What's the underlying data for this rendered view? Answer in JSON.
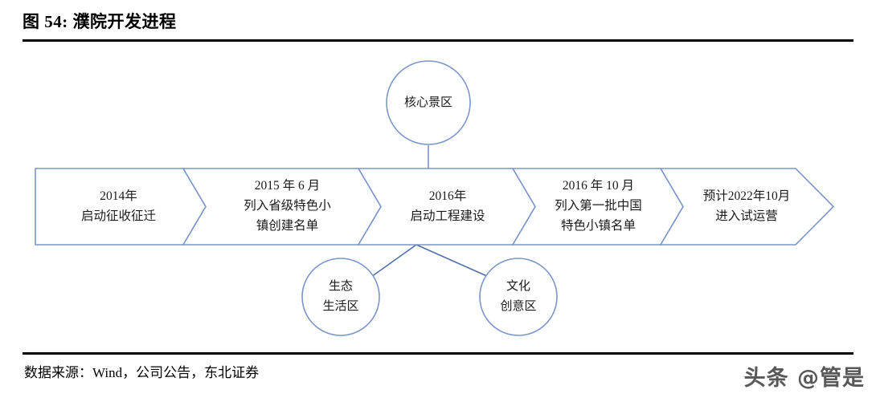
{
  "header": {
    "figure_label": "图 54:",
    "title": "图  54:  濮院开发进程",
    "rule_color": "#000000"
  },
  "diagram": {
    "type": "chevron-timeline",
    "accent_color": "#7B96C8",
    "fill_color": "#FFFFFF",
    "stages": [
      {
        "id": "stage-1",
        "date": "2014年",
        "text": "启动征收征迁",
        "label": "2014年\n启动征收征迁"
      },
      {
        "id": "stage-2",
        "date": "2015年6月",
        "text": "列入省级特色小镇创建名单",
        "label": "2015 年 6 月\n列入省级特色小\n镇创建名单"
      },
      {
        "id": "stage-3",
        "date": "2016年",
        "text": "启动工程建设",
        "label": "2016年\n启动工程建设"
      },
      {
        "id": "stage-4",
        "date": "2016年10月",
        "text": "列入第一批中国特色小镇名单",
        "label": "2016 年 10 月\n列入第一批中国\n特色小镇名单"
      },
      {
        "id": "stage-5",
        "date": "预计2022年10月",
        "text": "进入试运营",
        "label": "预计2022年10月\n进入试运营"
      }
    ],
    "nodes": [
      {
        "id": "node-core",
        "label": "核心景区",
        "position": "top"
      },
      {
        "id": "node-eco",
        "label": "生态\n生活区",
        "position": "bottom-left"
      },
      {
        "id": "node-culture",
        "label": "文化\n创意区",
        "position": "bottom-right"
      }
    ]
  },
  "footer": {
    "source": "数据来源：Wind，公司公告，东北证券",
    "watermark": "头条 @管是"
  }
}
